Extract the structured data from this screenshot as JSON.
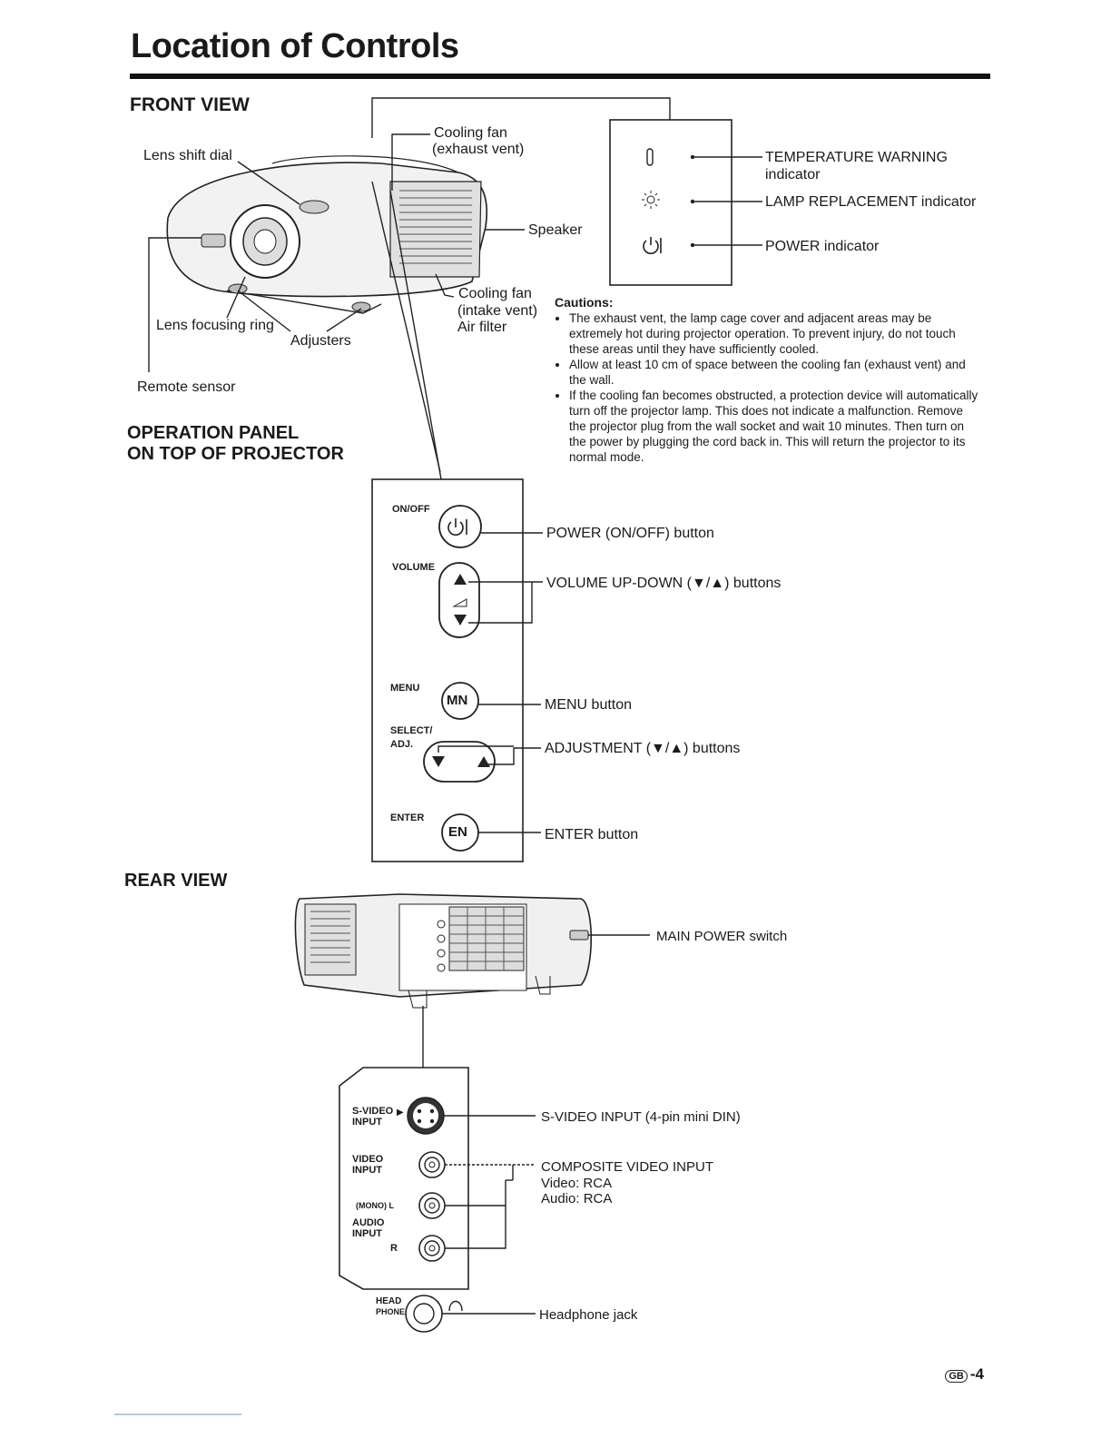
{
  "page": {
    "title": "Location of Controls",
    "page_number": "-4",
    "page_badge": "GB"
  },
  "front_view": {
    "heading": "FRONT VIEW",
    "labels": {
      "lens_shift_dial": "Lens shift dial",
      "cooling_fan_exhaust_1": "Cooling fan",
      "cooling_fan_exhaust_2": "(exhaust vent)",
      "speaker": "Speaker",
      "cooling_fan_intake_1": "Cooling fan",
      "cooling_fan_intake_2": "(intake vent)",
      "air_filter": "Air filter",
      "lens_focusing_ring": "Lens focusing ring",
      "adjusters": "Adjusters",
      "remote_sensor": "Remote sensor"
    }
  },
  "indicators": {
    "temperature_1": "TEMPERATURE WARNING",
    "temperature_2": "indicator",
    "lamp": "LAMP REPLACEMENT indicator",
    "power": "POWER indicator"
  },
  "cautions": {
    "title": "Cautions:",
    "items": [
      "The exhaust vent, the lamp cage cover and adjacent areas may be extremely hot during projector operation. To prevent injury, do not touch these areas until they have sufficiently cooled.",
      "Allow at least 10 cm of space between the cooling fan (exhaust vent) and the wall.",
      "If the cooling fan becomes obstructed, a protection device will automatically turn off the projector lamp. This does not indicate a malfunction. Remove the projector plug from the wall socket and wait 10 minutes. Then turn on the power by plugging the cord back in. This will return the projector to its normal mode."
    ]
  },
  "operation_panel": {
    "heading_1": "OPERATION PANEL",
    "heading_2": "ON TOP OF PROJECTOR",
    "panel_labels": {
      "onoff": "ON/OFF",
      "volume": "VOLUME",
      "menu": "MENU",
      "select_1": "SELECT/",
      "select_2": "ADJ.",
      "enter": "ENTER"
    },
    "button_glyphs": {
      "menu": "MN",
      "enter": "EN"
    },
    "callouts": {
      "power": "POWER (ON/OFF) button",
      "volume": "VOLUME UP-DOWN (▼/▲) buttons",
      "menu": "MENU button",
      "adjustment": "ADJUSTMENT (▼/▲) buttons",
      "enter": "ENTER button"
    }
  },
  "rear_view": {
    "heading": "REAR VIEW",
    "main_power": "MAIN POWER switch",
    "panel_labels": {
      "svideo_1": "S-VIDEO",
      "svideo_2": "INPUT",
      "video_1": "VIDEO",
      "video_2": "INPUT",
      "mono_l": "(MONO) L",
      "audio_1": "AUDIO",
      "audio_2": "INPUT",
      "r": "R",
      "head_1": "HEAD",
      "head_2": "PHONE"
    },
    "callouts": {
      "svideo": "S-VIDEO INPUT (4-pin mini DIN)",
      "composite": "COMPOSITE VIDEO INPUT",
      "video_rca": "Video: RCA",
      "audio_rca": "Audio: RCA",
      "headphone": "Headphone jack"
    }
  }
}
